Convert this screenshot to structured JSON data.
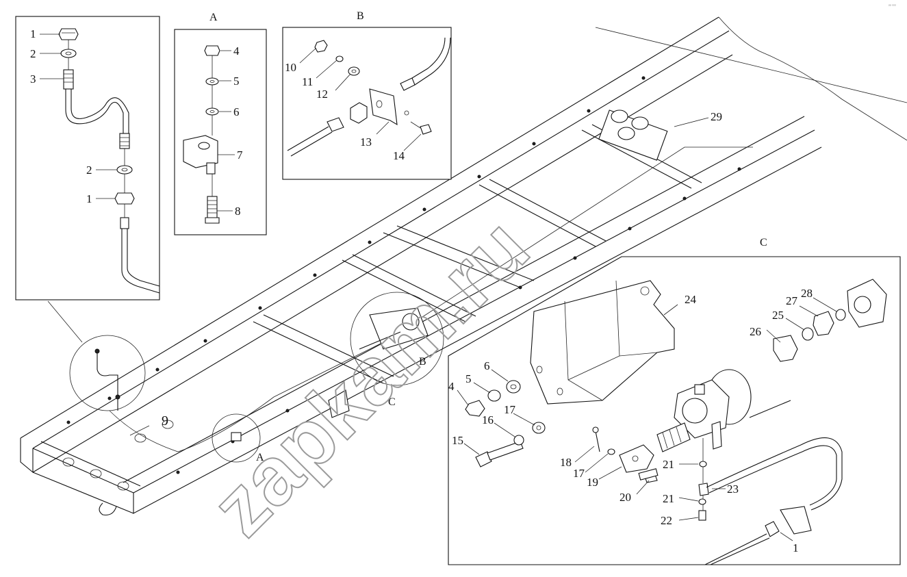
{
  "insets": {
    "hose_callouts": [
      "1",
      "2",
      "3",
      "2",
      "1"
    ],
    "A": {
      "title": "A",
      "callouts": [
        "4",
        "5",
        "6",
        "7",
        "8"
      ]
    },
    "B": {
      "title": "B",
      "callouts": [
        "10",
        "11",
        "12",
        "13",
        "14"
      ]
    },
    "C": {
      "title": "C",
      "callouts": [
        "24",
        "27",
        "28",
        "25",
        "26",
        "6",
        "5",
        "4",
        "17",
        "16",
        "15",
        "18",
        "17",
        "19",
        "20",
        "21",
        "23",
        "21",
        "22",
        "1"
      ]
    }
  },
  "main": {
    "callout_29": "29",
    "callout_9": "9",
    "ref_A": "A",
    "ref_B": "B",
    "ref_C": "C"
  },
  "watermark": "zapkam.ru",
  "corner_mark": "ᵖᵖ ᵐᵐ"
}
